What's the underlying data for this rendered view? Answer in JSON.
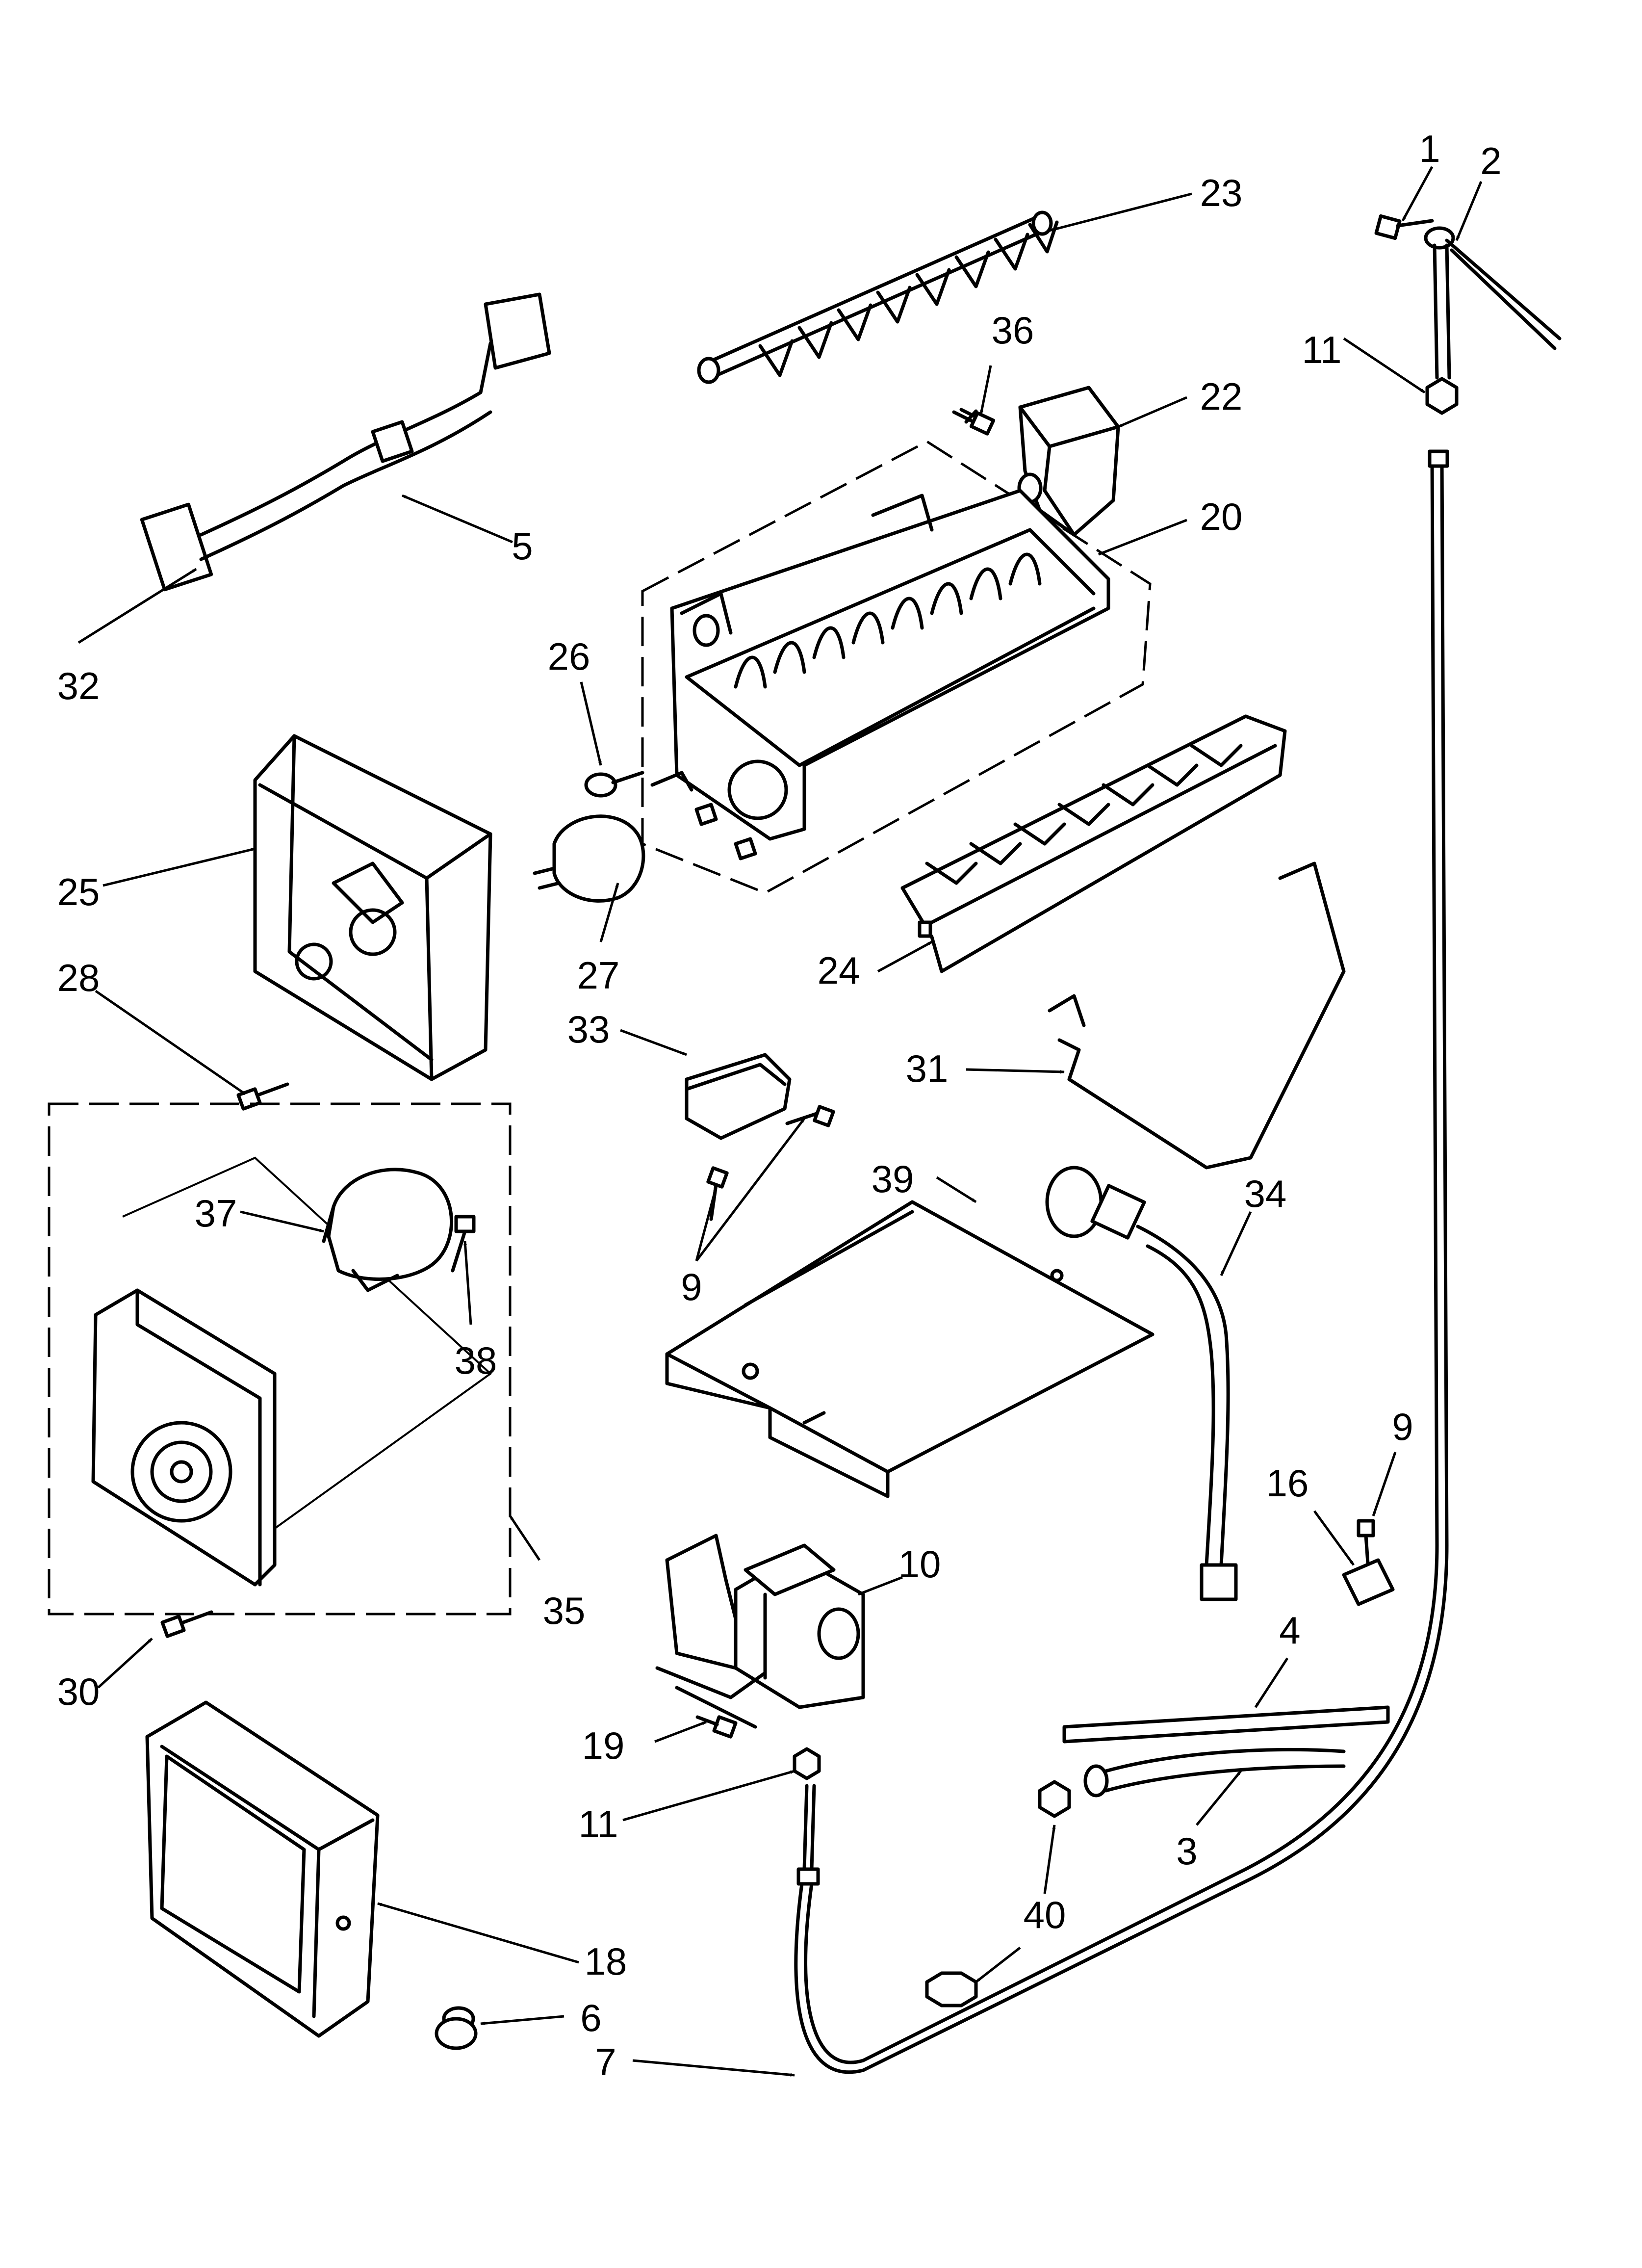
{
  "callouts": {
    "c1": "1",
    "c2": "2",
    "c3": "3",
    "c4": "4",
    "c5": "5",
    "c6": "6",
    "c7": "7",
    "c9a": "9",
    "c9b": "9",
    "c10": "10",
    "c11a": "11",
    "c11b": "11",
    "c16": "16",
    "c18": "18",
    "c19": "19",
    "c20": "20",
    "c22": "22",
    "c23": "23",
    "c24": "24",
    "c25": "25",
    "c26": "26",
    "c27": "27",
    "c28": "28",
    "c30": "30",
    "c31": "31",
    "c32": "32",
    "c33": "33",
    "c34": "34",
    "c35": "35",
    "c36": "36",
    "c37": "37",
    "c38": "38",
    "c39": "39",
    "c40": "40"
  }
}
